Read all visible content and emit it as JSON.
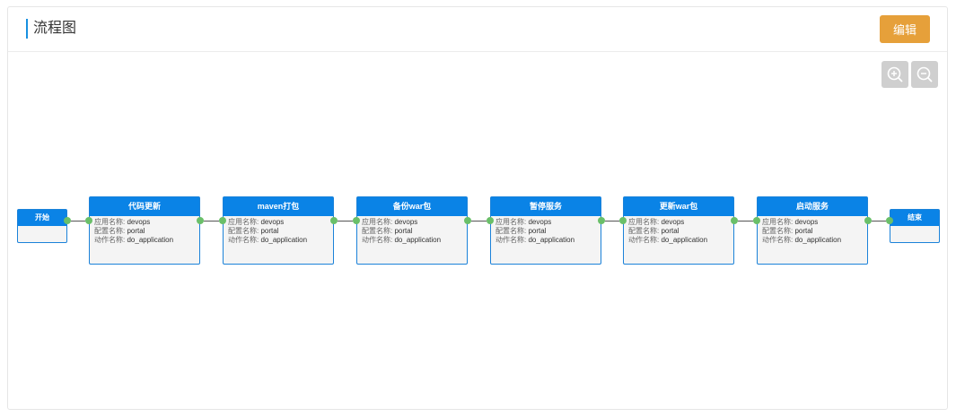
{
  "header": {
    "title": "流程图",
    "edit_label": "编辑"
  },
  "toolbar": {
    "zoom_in_icon": "zoom-in-icon",
    "zoom_out_icon": "zoom-out-icon"
  },
  "flow": {
    "start": {
      "label": "开始"
    },
    "end": {
      "label": "结束"
    },
    "steps": [
      {
        "title": "代码更新",
        "app_label": "应用名称:",
        "app_value": "devops",
        "config_label": "配置名称:",
        "config_value": "portal",
        "action_label": "动作名称:",
        "action_value": "do_application"
      },
      {
        "title": "maven打包",
        "app_label": "应用名称:",
        "app_value": "devops",
        "config_label": "配置名称:",
        "config_value": "portal",
        "action_label": "动作名称:",
        "action_value": "do_application"
      },
      {
        "title": "备份war包",
        "app_label": "应用名称:",
        "app_value": "devops",
        "config_label": "配置名称:",
        "config_value": "portal",
        "action_label": "动作名称:",
        "action_value": "do_application"
      },
      {
        "title": "暂停服务",
        "app_label": "应用名称:",
        "app_value": "devops",
        "config_label": "配置名称:",
        "config_value": "portal",
        "action_label": "动作名称:",
        "action_value": "do_application"
      },
      {
        "title": "更新war包",
        "app_label": "应用名称:",
        "app_value": "devops",
        "config_label": "配置名称:",
        "config_value": "portal",
        "action_label": "动作名称:",
        "action_value": "do_application"
      },
      {
        "title": "启动服务",
        "app_label": "应用名称:",
        "app_value": "devops",
        "config_label": "配置名称:",
        "config_value": "portal",
        "action_label": "动作名称:",
        "action_value": "do_application"
      }
    ]
  },
  "colors": {
    "accent": "#1890e0",
    "node_header": "#0a83e6",
    "edit_button": "#e6a03a",
    "port": "#6abf69"
  }
}
